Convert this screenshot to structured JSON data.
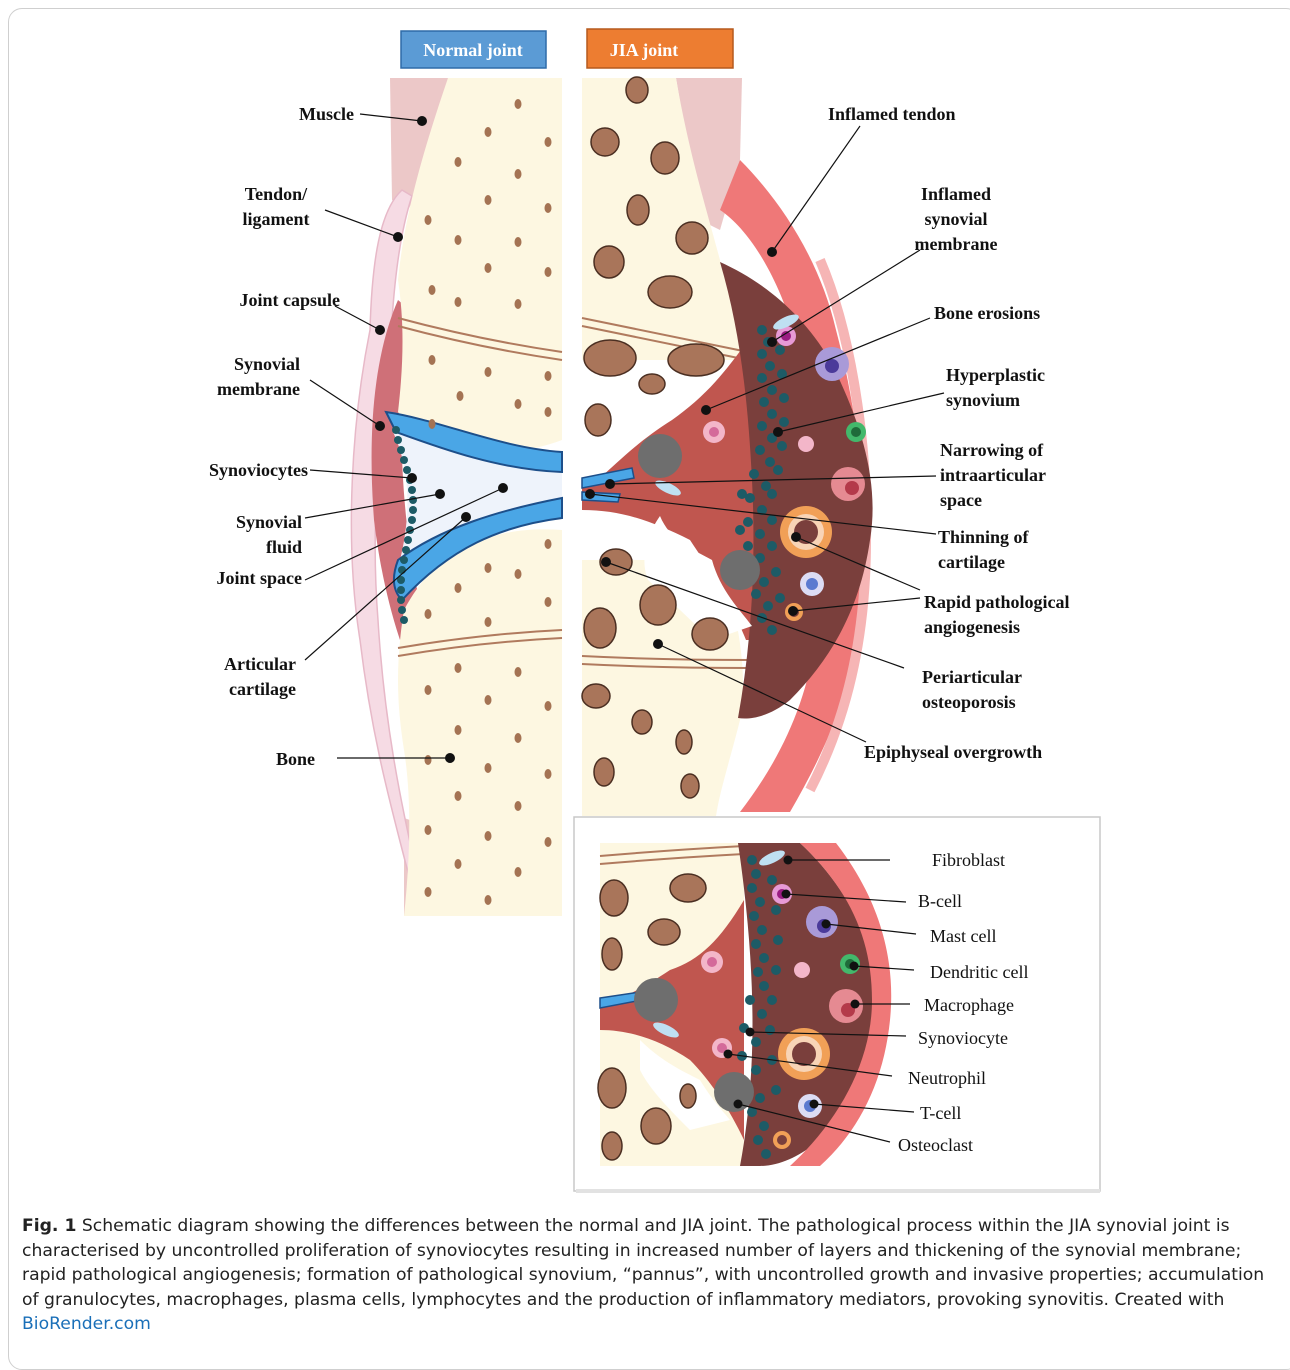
{
  "headers": {
    "normal": "Normal joint",
    "jia": "JIA joint"
  },
  "colors": {
    "normal_header_bg": "#5b9bd5",
    "jia_header_bg": "#ed7d31",
    "bone": "#fdf7e1",
    "bone_dot": "#a47353",
    "marrow_oval": "#a9755a",
    "muscle": "#ecc8c8",
    "synovium": "#c96a6a",
    "inflamed": "#ef7878",
    "pannus_dark": "#7a3f3c",
    "cartilage_blue": "#4aa6e6",
    "synoviocyte": "#1d5b66"
  },
  "normal_labels": {
    "muscle": "Muscle",
    "tendon": [
      "Tendon/",
      "ligament"
    ],
    "capsule": "Joint capsule",
    "synovial_membrane": [
      "Synovial",
      "membrane"
    ],
    "synoviocytes": "Synoviocytes",
    "synovial_fluid": [
      "Synovial",
      "fluid"
    ],
    "joint_space": "Joint space",
    "articular_cartilage": [
      "Articular",
      "cartilage"
    ],
    "bone": "Bone"
  },
  "jia_labels": {
    "inflamed_tendon": "Inflamed tendon",
    "inflamed_membrane": [
      "Inflamed",
      "synovial",
      "membrane"
    ],
    "bone_erosions": "Bone erosions",
    "hyperplastic": [
      "Hyperplastic",
      "synovium"
    ],
    "narrowing": [
      "Narrowing of",
      "intraarticular",
      "space"
    ],
    "thinning": [
      "Thinning of",
      "cartilage"
    ],
    "angiogenesis": [
      "Rapid pathological",
      "angiogenesis"
    ],
    "osteoporosis": [
      "Periarticular",
      "osteoporosis"
    ],
    "overgrowth": "Epiphyseal overgrowth"
  },
  "inset_labels": {
    "fibroblast": "Fibroblast",
    "b_cell": "B-cell",
    "mast_cell": "Mast cell",
    "dendritic_cell": "Dendritic cell",
    "macrophage": "Macrophage",
    "synoviocyte": "Synoviocyte",
    "neutrophil": "Neutrophil",
    "t_cell": "T-cell",
    "osteoclast": "Osteoclast"
  },
  "caption": {
    "fig_label": "Fig. 1",
    "text": " Schematic diagram showing the differences between the normal and JIA joint. The pathological process within the JIA synovial joint is characterised by uncontrolled proliferation of synoviocytes resulting in increased number of layers and thickening of the synovial membrane; rapid pathological angiogenesis; formation of pathological synovium, “pannus”, with uncontrolled growth and invasive properties; accumulation of granulocytes, macrophages, plasma cells, lymphocytes and the production of inflammatory mediators, provoking synovitis. Created with ",
    "link": "BioRender.com"
  }
}
